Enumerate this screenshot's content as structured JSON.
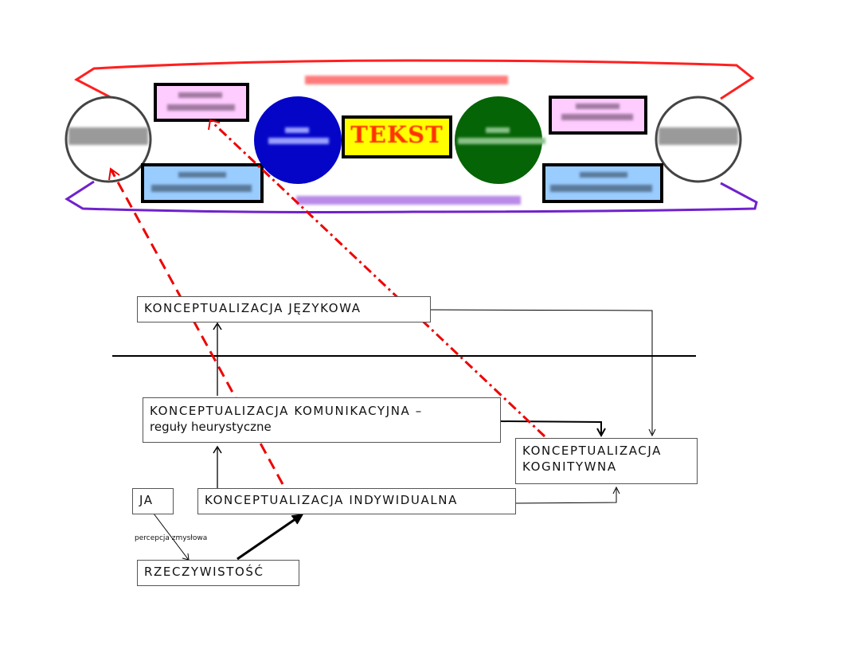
{
  "top_diagram": {
    "center_label": "TEKST",
    "colors": {
      "outer_top_curve": "#ff1a1a",
      "outer_bottom_curve": "#7a22cc",
      "left_blue_circle": "#0a0acc",
      "right_green_circle": "#0a6a0a",
      "text_box_fill": "#ffff00",
      "text_box_text": "#ff3300",
      "pink_box": "#ffccff",
      "blue_box": "#99ccff",
      "pointer_arrows": "#ee0000"
    },
    "illegible_labels_note": ""
  },
  "bottom_diagram": {
    "conceptualization_linguistic": "KONCEPTUALIZACJA JĘZYKOWA",
    "conceptualization_communicative_line1": "KONCEPTUALIZACJA KOMUNIKACYJNA –",
    "conceptualization_communicative_line2": "reguły heurystyczne",
    "conceptualization_cognitive_line1": "KONCEPTUALIZACJA",
    "conceptualization_cognitive_line2": "KOGNITYWNA",
    "ja": "JA",
    "conceptualization_individual": "KONCEPTUALIZACJA INDYWIDUALNA",
    "reality": "RZECZYWISTOŚĆ",
    "sensory_perception": "percepcja zmysłowa"
  }
}
